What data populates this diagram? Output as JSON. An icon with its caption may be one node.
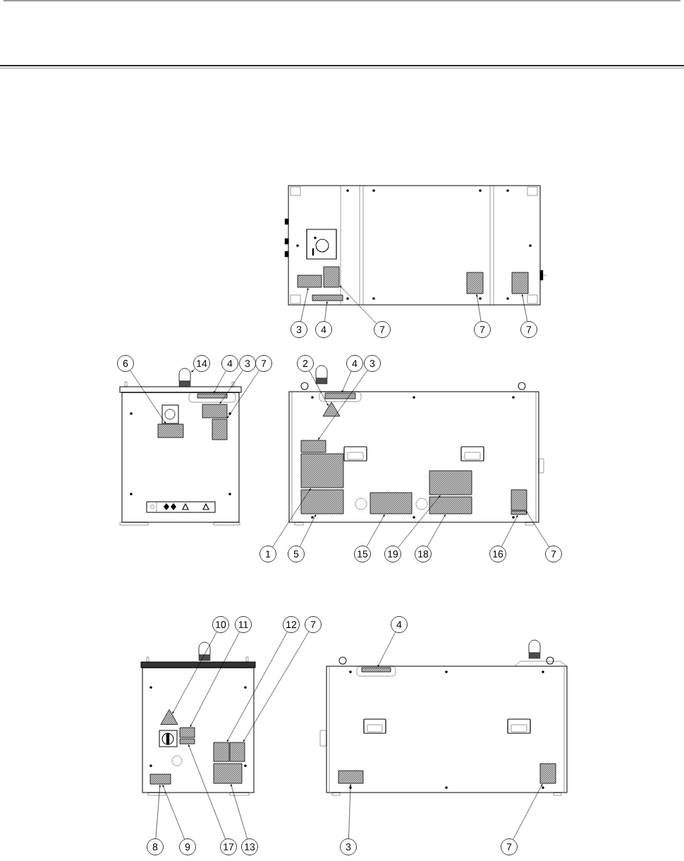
{
  "diagram": {
    "nodes": [
      {
        "text": [
          "3"
        ]
      },
      {
        "text": [
          "4"
        ]
      },
      {
        "text": [
          "7"
        ]
      },
      {
        "text": [
          "7"
        ]
      },
      {
        "text": [
          "7"
        ]
      },
      {
        "text": [
          "6"
        ]
      },
      {
        "text": [
          "14"
        ]
      },
      {
        "text": [
          "4"
        ]
      },
      {
        "text": [
          "3"
        ]
      },
      {
        "text": [
          "7"
        ]
      },
      {
        "text": [
          "2"
        ]
      },
      {
        "text": [
          "4"
        ]
      },
      {
        "text": [
          "3"
        ]
      },
      {
        "text": [
          "1"
        ]
      },
      {
        "text": [
          "5"
        ]
      },
      {
        "text": [
          "15"
        ]
      },
      {
        "text": [
          "19"
        ]
      },
      {
        "text": [
          "18"
        ]
      },
      {
        "text": [
          "16"
        ]
      },
      {
        "text": [
          "7"
        ]
      },
      {
        "text": [
          "10"
        ]
      },
      {
        "text": [
          "11"
        ]
      },
      {
        "text": [
          "12"
        ]
      },
      {
        "text": [
          "7"
        ]
      },
      {
        "text": [
          "4"
        ]
      },
      {
        "text": [
          "8"
        ]
      },
      {
        "text": [
          "9"
        ]
      },
      {
        "text": [
          "17"
        ]
      },
      {
        "text": [
          "13"
        ]
      },
      {
        "text": [
          "3"
        ]
      },
      {
        "text": [
          "7"
        ]
      },
      {
        "text": [],
        "shape": "box"
      },
      {
        "text": [],
        "shape": "box"
      },
      {
        "text": [],
        "shape": "box"
      },
      {
        "text": [],
        "shape": "box"
      },
      {
        "text": [],
        "shape": "box"
      },
      {
        "text": [],
        "shape": "box"
      },
      {
        "text": [],
        "shape": "box"
      },
      {
        "text": [],
        "shape": "box"
      },
      {
        "text": [],
        "shape": "box"
      },
      {
        "text": [],
        "shape": "triangle"
      },
      {
        "text": [],
        "shape": "box"
      },
      {
        "text": [],
        "shape": "box"
      },
      {
        "text": [],
        "shape": "box"
      },
      {
        "text": [],
        "shape": "box"
      },
      {
        "text": [],
        "shape": "box"
      },
      {
        "text": [],
        "shape": "box"
      },
      {
        "text": [],
        "shape": "box"
      },
      {
        "text": [],
        "shape": "box"
      },
      {
        "text": [],
        "shape": "box"
      },
      {
        "text": [],
        "shape": "triangle"
      },
      {
        "text": [],
        "shape": "box"
      },
      {
        "text": [],
        "shape": "box"
      },
      {
        "text": [],
        "shape": "box"
      },
      {
        "text": [],
        "shape": "box"
      },
      {
        "text": [],
        "shape": "box"
      },
      {
        "text": [],
        "shape": "box"
      },
      {
        "text": [],
        "shape": "box"
      },
      {
        "text": [],
        "shape": "box"
      },
      {
        "text": [],
        "shape": "box"
      },
      {
        "text": [],
        "shape": "picture"
      }
    ],
    "edges": [
      {
        "from": 0,
        "to": 31,
        "arrow": "to"
      },
      {
        "from": 1,
        "to": 32,
        "arrow": "to"
      },
      {
        "from": 2,
        "to": 33,
        "arrow": "to"
      },
      {
        "from": 3,
        "to": 34,
        "arrow": "to"
      },
      {
        "from": 4,
        "to": 35,
        "arrow": "to"
      },
      {
        "from": 5,
        "to": 36,
        "arrow": "to"
      },
      {
        "from": 6,
        "to": 60,
        "arrow": "to"
      },
      {
        "from": 7,
        "to": 37,
        "arrow": "to"
      },
      {
        "from": 8,
        "to": 38,
        "arrow": "to"
      },
      {
        "from": 9,
        "to": 39,
        "arrow": "to"
      },
      {
        "from": 10,
        "to": 40,
        "arrow": "to"
      },
      {
        "from": 11,
        "to": 41,
        "arrow": "to"
      },
      {
        "from": 12,
        "to": 42,
        "arrow": "to"
      },
      {
        "from": 13,
        "to": 43,
        "arrow": "to"
      },
      {
        "from": 14,
        "to": 44,
        "arrow": "to"
      },
      {
        "from": 15,
        "to": 45,
        "arrow": "to"
      },
      {
        "from": 16,
        "to": 46,
        "arrow": "to"
      },
      {
        "from": 17,
        "to": 47,
        "arrow": "to"
      },
      {
        "from": 18,
        "to": 48,
        "arrow": "to"
      },
      {
        "from": 19,
        "to": 49,
        "arrow": "to"
      },
      {
        "from": 20,
        "to": 50,
        "arrow": "to"
      },
      {
        "from": 21,
        "to": 51,
        "arrow": "to"
      },
      {
        "from": 22,
        "to": 52,
        "arrow": "to"
      },
      {
        "from": 23,
        "to": 53,
        "arrow": "to"
      },
      {
        "from": 24,
        "to": 57,
        "arrow": "to"
      },
      {
        "from": 25,
        "to": 54,
        "arrow": "to"
      },
      {
        "from": 26,
        "to": 54,
        "arrow": "to"
      },
      {
        "from": 27,
        "to": 55,
        "arrow": "to"
      },
      {
        "from": 28,
        "to": 56,
        "arrow": "to"
      },
      {
        "from": 29,
        "to": 58,
        "arrow": "to"
      },
      {
        "from": 30,
        "to": 59,
        "arrow": "to"
      }
    ]
  }
}
